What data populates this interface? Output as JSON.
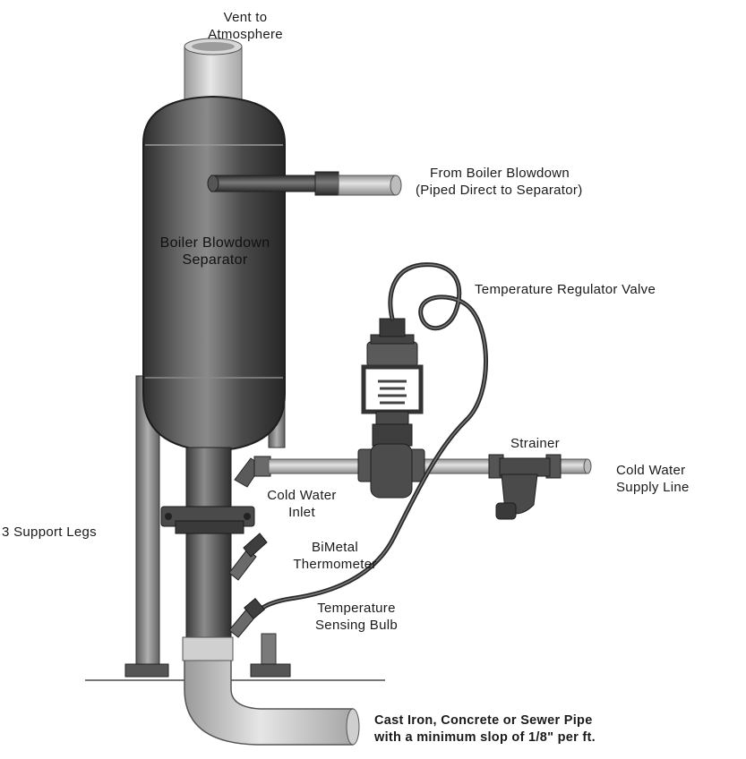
{
  "labels": {
    "vent": [
      "Vent to",
      "Atmosphere"
    ],
    "from_boiler": [
      "From Boiler Blowdown",
      "(Piped Direct to Separator)"
    ],
    "separator": [
      "Boiler Blowdown",
      "Separator"
    ],
    "temp_regulator": "Temperature Regulator Valve",
    "strainer": "Strainer",
    "cold_water_supply": [
      "Cold Water",
      "Supply Line"
    ],
    "cold_water_inlet": [
      "Cold Water",
      "Inlet"
    ],
    "support_legs": "3 Support Legs",
    "bimetal": [
      "BiMetal",
      "Thermometer"
    ],
    "sensing_bulb": [
      "Temperature",
      "Sensing Bulb"
    ],
    "drain_pipe": [
      "Cast Iron, Concrete or Sewer Pipe",
      "with a minimum slop of 1/8\" per ft."
    ]
  }
}
